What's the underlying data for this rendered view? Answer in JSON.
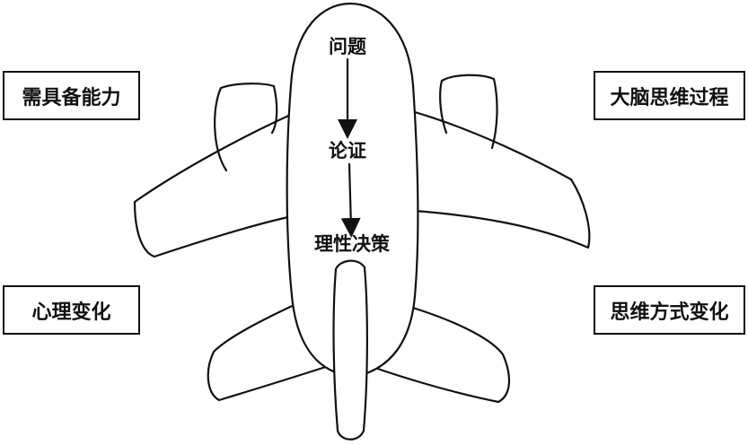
{
  "diagram": {
    "fuselage_steps": [
      "问题",
      "论证",
      "理性决策"
    ],
    "left_top_box": "需具备能力",
    "left_bottom_box": "心理变化",
    "right_top_box": "大脑思维过程",
    "right_bottom_box": "思维方式变化"
  },
  "colors": {
    "stroke": "#111111",
    "background": "#ffffff"
  }
}
